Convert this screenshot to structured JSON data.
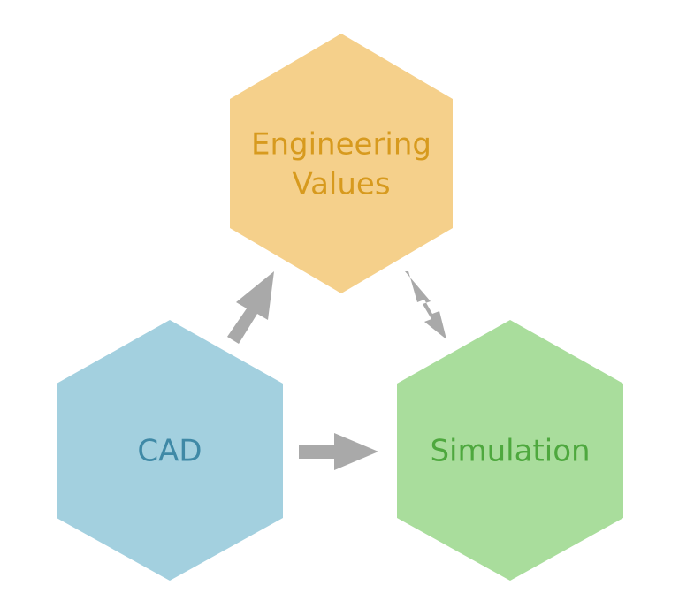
{
  "nodes": {
    "engineering": {
      "line1": "Engineering",
      "line2": "Values",
      "fill": "#f5d08b",
      "text_color": "#d79a1e"
    },
    "cad": {
      "label": "CAD",
      "fill": "#a3d0df",
      "text_color": "#3f89a6"
    },
    "simulation": {
      "label": "Simulation",
      "fill": "#a9dd9c",
      "text_color": "#4ea83e"
    }
  },
  "edges": [
    {
      "from": "cad",
      "to": "engineering",
      "type": "single-arrow"
    },
    {
      "from": "engineering",
      "to": "simulation",
      "type": "double-arrow"
    },
    {
      "from": "cad",
      "to": "simulation",
      "type": "single-arrow"
    }
  ],
  "arrow_color": "#a9a9a9"
}
